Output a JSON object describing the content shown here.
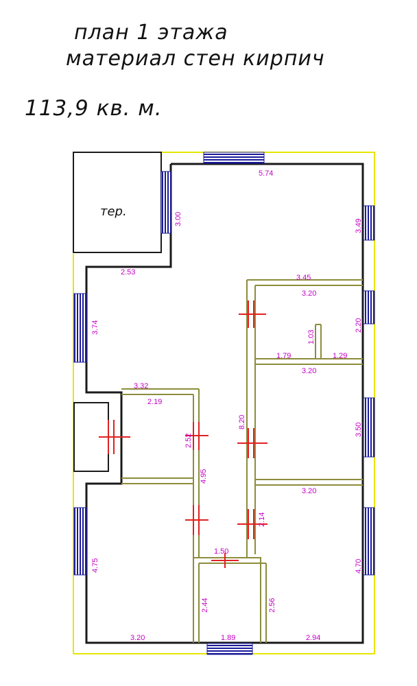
{
  "header": {
    "title_line1": "план  1  этажа",
    "title_line2": "материал  стен  кирпич",
    "area": "113,9  кв. м."
  },
  "room_label": "тер.",
  "dimensions": {
    "d_574": "5.74",
    "d_300": "3.00",
    "d_349": "3.49",
    "d_253": "2.53",
    "d_345": "3.45",
    "d_320_a": "3.20",
    "d_374": "3.74",
    "d_220": "2.20",
    "d_103": "1.03",
    "d_179": "1.79",
    "d_129": "1.29",
    "d_320_b": "3.20",
    "d_332": "3.32",
    "d_219": "2.19",
    "d_820": "8.20",
    "d_252": "2.52",
    "d_350": "3.50",
    "d_495": "4.95",
    "d_320_c": "3.20",
    "d_214": "2.14",
    "d_475": "4.75",
    "d_150": "1.50",
    "d_470": "4.70",
    "d_244": "2.44",
    "d_256": "2.56",
    "d_320_d": "3.20",
    "d_189": "1.89",
    "d_294": "2.94"
  },
  "colors": {
    "wall": "#1a1a1a",
    "partition": "#8c8c3c",
    "boundary": "#e6e600",
    "window": "#1a1a99",
    "door": "#e02020",
    "dimension": "#c400c4"
  }
}
